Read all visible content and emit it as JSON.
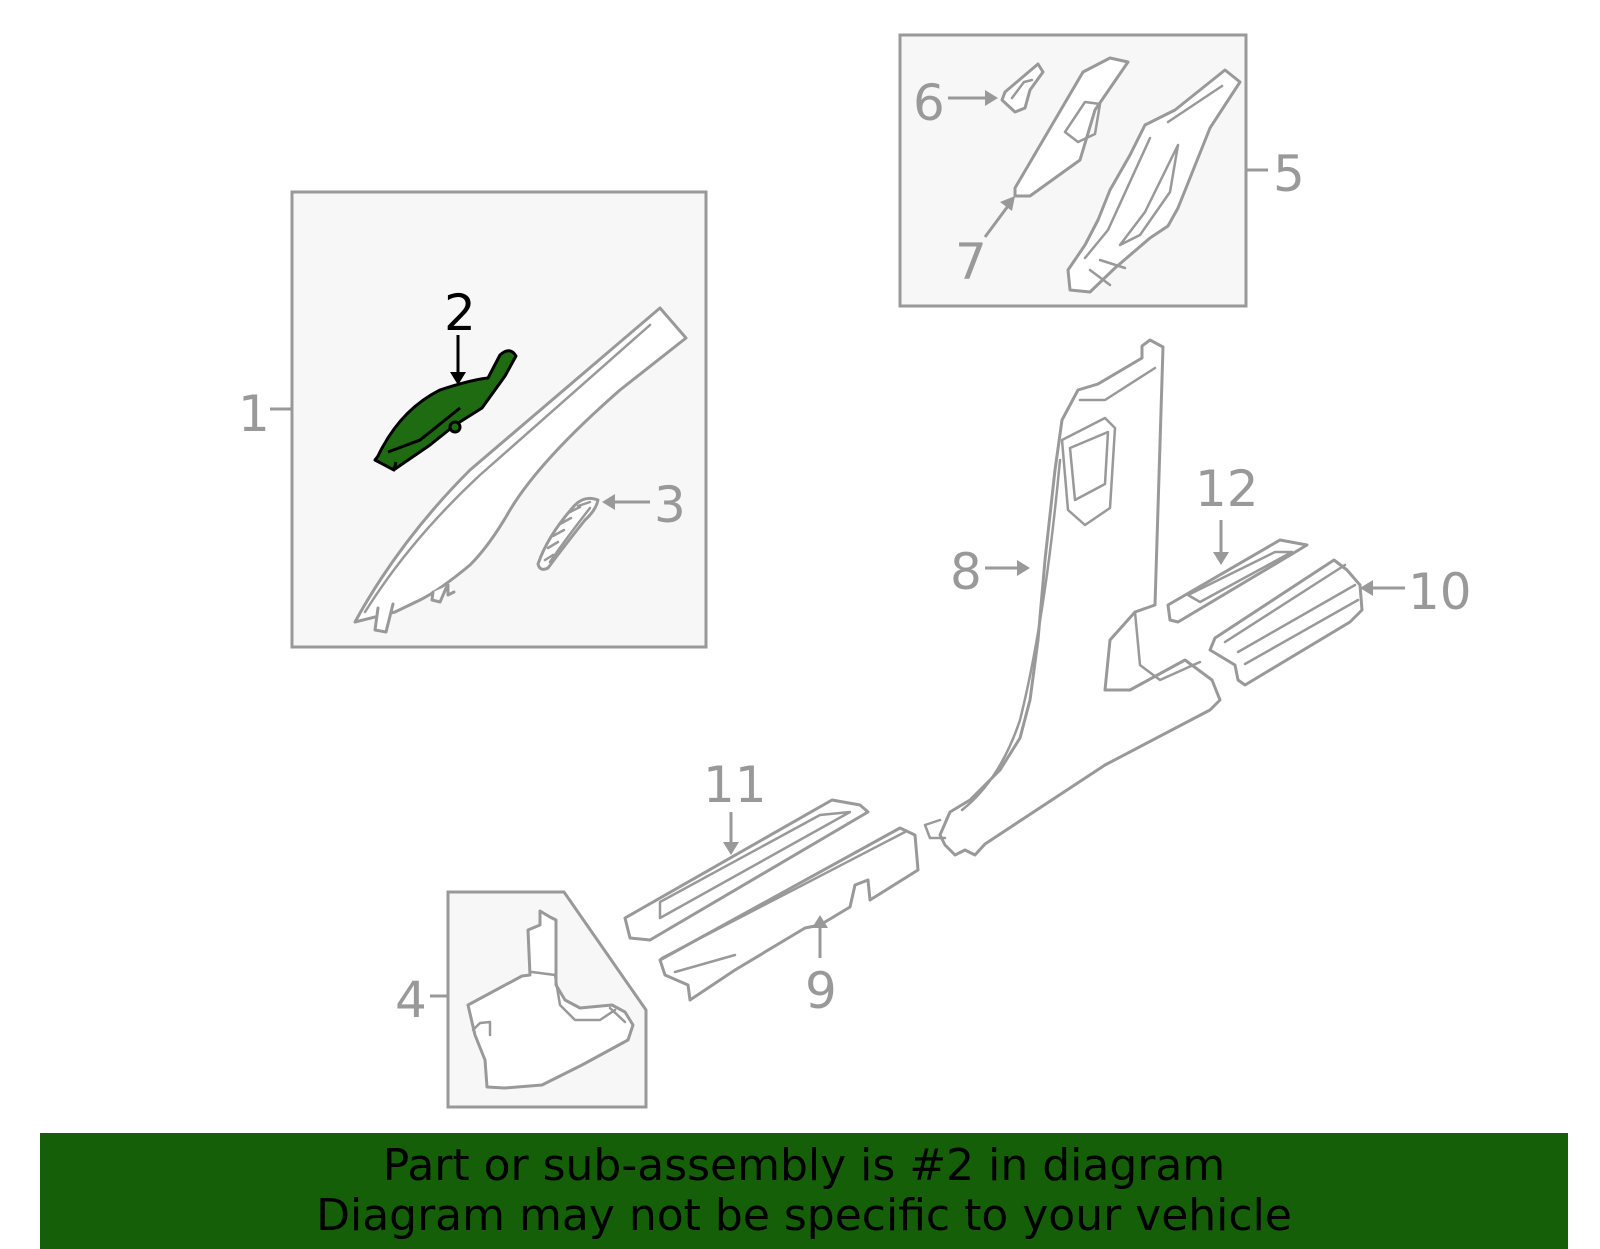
{
  "callouts": [
    {
      "id": "1",
      "text": "1",
      "highlight": false
    },
    {
      "id": "2",
      "text": "2",
      "highlight": true
    },
    {
      "id": "3",
      "text": "3",
      "highlight": false
    },
    {
      "id": "4",
      "text": "4",
      "highlight": false
    },
    {
      "id": "5",
      "text": "5",
      "highlight": false
    },
    {
      "id": "6",
      "text": "6",
      "highlight": false
    },
    {
      "id": "7",
      "text": "7",
      "highlight": false
    },
    {
      "id": "8",
      "text": "8",
      "highlight": false
    },
    {
      "id": "9",
      "text": "9",
      "highlight": false
    },
    {
      "id": "10",
      "text": "10",
      "highlight": false
    },
    {
      "id": "11",
      "text": "11",
      "highlight": false
    },
    {
      "id": "12",
      "text": "12",
      "highlight": false
    }
  ],
  "banner": {
    "line1": "Part or sub-assembly is #2 in diagram",
    "line2": "Diagram may not be specific to your vehicle",
    "background_color": "#145f08",
    "text_color": "#000000"
  },
  "colors": {
    "highlight_part": "#1f6b12",
    "outline": "#999999",
    "box_fill": "#f7f7f7"
  }
}
